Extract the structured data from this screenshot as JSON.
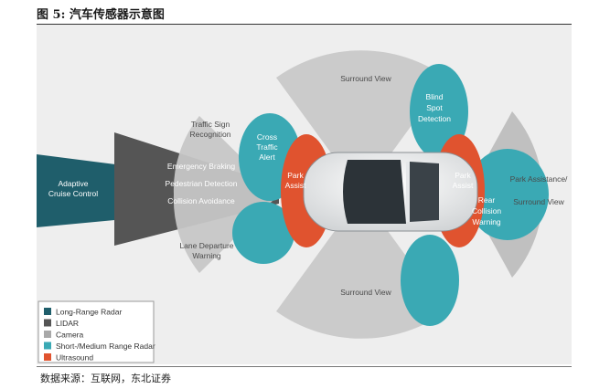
{
  "figure_title": "图 5: 汽车传感器示意图",
  "source_note": "数据来源：互联网，东北证券",
  "labels": {
    "adaptive_cruise_1": "Adaptive",
    "adaptive_cruise_2": "Cruise Control",
    "traffic_sign_1": "Traffic Sign",
    "traffic_sign_2": "Recognition",
    "emergency_braking": "Emergency Braking",
    "pedestrian_detection": "Pedestrian Detection",
    "collision_avoidance": "Collision Avoidance",
    "lane_departure_1": "Lane Departure",
    "lane_departure_2": "Warning",
    "cross_traffic_1": "Cross",
    "cross_traffic_2": "Traffic",
    "cross_traffic_3": "Alert",
    "park_assist_front_1": "Park",
    "park_assist_front_2": "Assist",
    "surround_view_top": "Surround View",
    "surround_view_bottom": "Surround View",
    "blind_spot_1": "Blind",
    "blind_spot_2": "Spot",
    "blind_spot_3": "Detection",
    "park_assist_rear_1": "Park",
    "park_assist_rear_2": "Assist",
    "rear_collision_1": "Rear",
    "rear_collision_2": "Collision",
    "rear_collision_3": "Warning",
    "park_assistance_right_1": "Park Assistance/",
    "park_assistance_right_2": "Surround View"
  },
  "legend": [
    {
      "label": "Long-Range Radar",
      "color": "#1f5e6b"
    },
    {
      "label": "LIDAR",
      "color": "#555555"
    },
    {
      "label": "Camera",
      "color": "#a8a8a8"
    },
    {
      "label": "Short-/Medium Range Radar",
      "color": "#3aa9b4"
    },
    {
      "label": "Ultrasound",
      "color": "#e0532f"
    }
  ]
}
